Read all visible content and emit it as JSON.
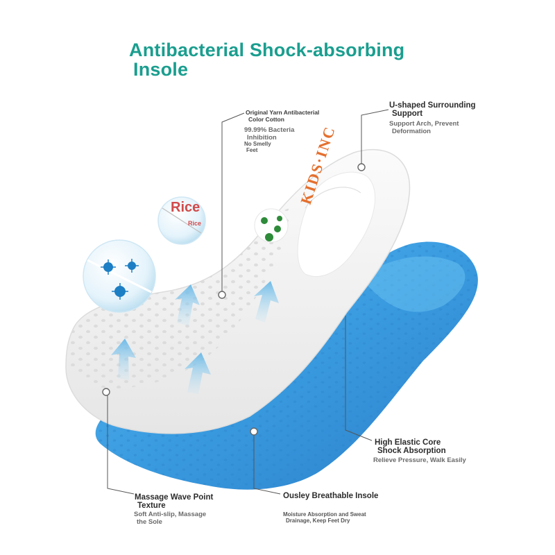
{
  "title": {
    "line1": "Antibacterial Shock-absorbing",
    "line2": "Insole"
  },
  "brand_text": "KIDS·INC",
  "rice_badge": {
    "large": "Rice",
    "small": "Rice"
  },
  "callouts": {
    "yarn": {
      "title_line1": "Original Yarn Antibacterial",
      "title_line2": "Color Cotton",
      "sub1_line1": "99.99% Bacteria",
      "sub1_line2": "Inhibition",
      "sub2_line1": "No Smelly",
      "sub2_line2": "Feet"
    },
    "ushape": {
      "title_line1": "U-shaped Surrounding",
      "title_line2": "Support",
      "sub_line1": "Support Arch, Prevent",
      "sub_line2": "Deformation"
    },
    "elastic": {
      "title_line1": "High Elastic Core",
      "title_line2": "Shock Absorption",
      "sub": "Relieve Pressure, Walk Easily"
    },
    "massage": {
      "title_line1": "Massage Wave Point",
      "title_line2": "Texture",
      "sub_line1": "Soft Anti-slip, Massage",
      "sub_line2": "the Sole"
    },
    "breathable": {
      "title": "Ousley Breathable Insole",
      "sub_line1": "Moisture Absorption and Sweat",
      "sub_line2": "Drainage, Keep Feet Dry"
    }
  },
  "colors": {
    "title": "#1a9e8f",
    "blue_layer": "#3b9ee0",
    "white_layer": "#f4f4f4",
    "brand": "#e4702e",
    "virus_blue": "#1d7fc4",
    "virus_green": "#2e8b3a",
    "rice_red": "#d14a4a"
  }
}
